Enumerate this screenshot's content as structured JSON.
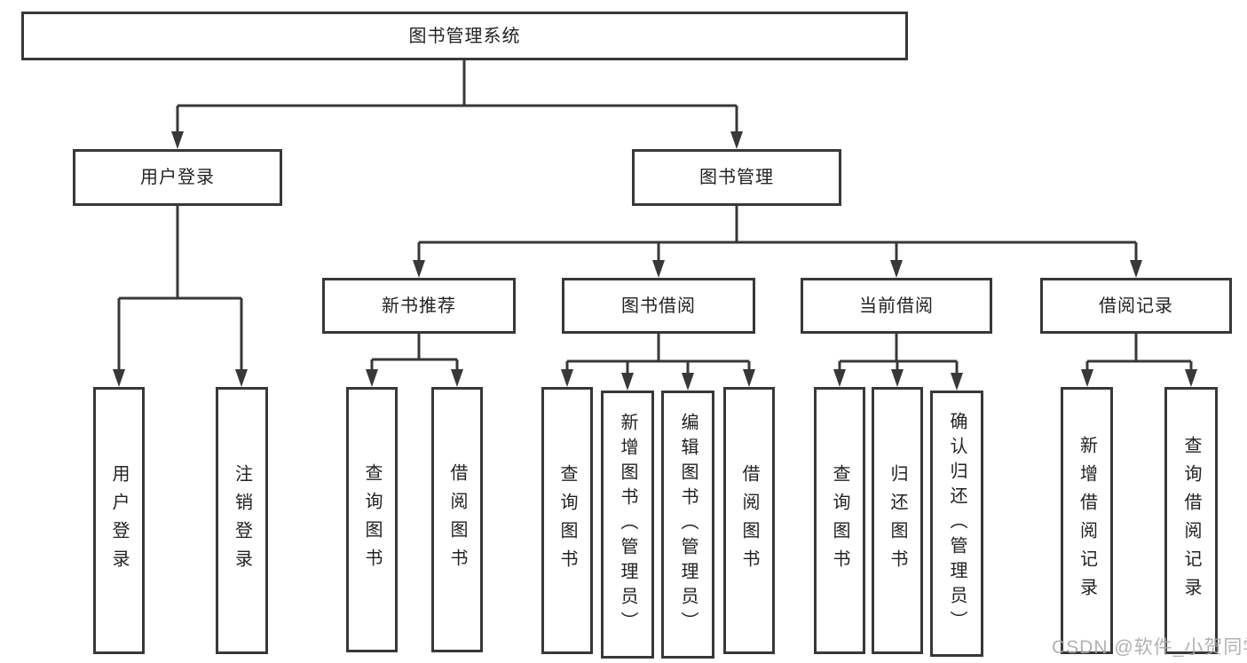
{
  "diagram": {
    "type": "hierarchy-tree",
    "tree": {
      "root": {
        "label": "图书管理系统"
      },
      "branches": [
        {
          "label": "用户登录",
          "children": [
            {
              "label": "用户登录"
            },
            {
              "label": "注销登录"
            }
          ]
        },
        {
          "label": "图书管理",
          "children": [
            {
              "label": "新书推荐",
              "children": [
                {
                  "label": "查询图书"
                },
                {
                  "label": "借阅图书"
                }
              ]
            },
            {
              "label": "图书借阅",
              "children": [
                {
                  "label": "查询图书"
                },
                {
                  "label": "新增图书（管理员）"
                },
                {
                  "label": "编辑图书（管理员）"
                },
                {
                  "label": "借阅图书"
                }
              ]
            },
            {
              "label": "当前借阅",
              "children": [
                {
                  "label": "查询图书"
                },
                {
                  "label": "归还图书"
                },
                {
                  "label": "确认归还（管理员）"
                }
              ]
            },
            {
              "label": "借阅记录",
              "children": [
                {
                  "label": "新增借阅记录"
                },
                {
                  "label": "查询借阅记录"
                }
              ]
            }
          ]
        }
      ]
    },
    "colors": {
      "box_border": "#383838",
      "connector_line": "#383838",
      "text": "#222222",
      "background": "#ffffff",
      "watermark": "#a8a8a8"
    }
  },
  "watermark": {
    "text": "CSDN @软件_小贺同学"
  }
}
